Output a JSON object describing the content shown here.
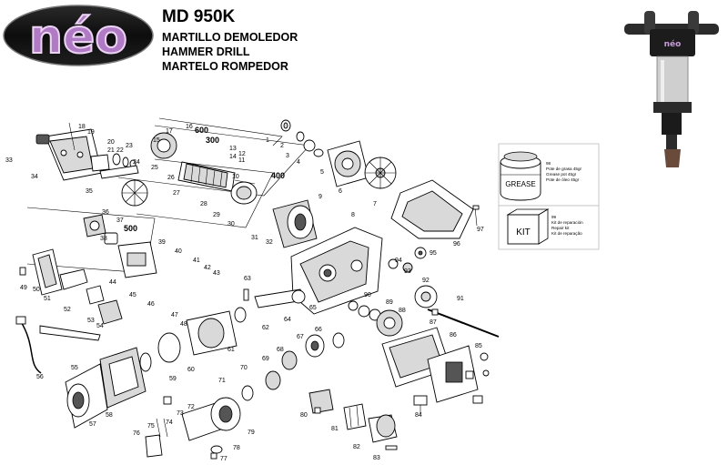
{
  "brand": {
    "logo_text": "néo"
  },
  "header": {
    "model": "MD 950K",
    "titles": [
      "MARTILLO DEMOLEDOR",
      "HAMMER DRILL",
      "MARTELO ROMPEDOR"
    ]
  },
  "product_photo": {
    "label": "néo"
  },
  "grease_box": {
    "jar_label": "GREASE",
    "number": "98",
    "lines": [
      "Pote de grasa 45gr",
      "Grease pot 45gr",
      "Pote de óleo 45gr"
    ]
  },
  "kit_box": {
    "box_label": "KIT",
    "number": "99",
    "lines": [
      "Kit de reparación",
      "Repair kit",
      "Kit de reparação"
    ]
  },
  "group_labels": [
    "300",
    "400",
    "500",
    "600"
  ],
  "part_numbers": [
    "1",
    "2",
    "3",
    "4",
    "5",
    "6",
    "7",
    "8",
    "9",
    "10",
    "11",
    "12",
    "13",
    "14",
    "15",
    "16",
    "17",
    "18",
    "19",
    "20",
    "21",
    "22",
    "23",
    "24",
    "25",
    "26",
    "27",
    "28",
    "29",
    "30",
    "31",
    "32",
    "33",
    "34",
    "35",
    "36",
    "37",
    "38",
    "39",
    "40",
    "41",
    "42",
    "43",
    "44",
    "45",
    "46",
    "47",
    "48",
    "49",
    "50",
    "51",
    "52",
    "53",
    "54",
    "55",
    "56",
    "57",
    "58",
    "59",
    "60",
    "61",
    "62",
    "63",
    "64",
    "65",
    "66",
    "67",
    "68",
    "69",
    "70",
    "71",
    "72",
    "73",
    "74",
    "75",
    "76",
    "77",
    "78",
    "79",
    "80",
    "81",
    "82",
    "83",
    "84",
    "85",
    "86",
    "87",
    "88",
    "89",
    "90",
    "91",
    "92",
    "93",
    "94",
    "95",
    "96",
    "97"
  ]
}
